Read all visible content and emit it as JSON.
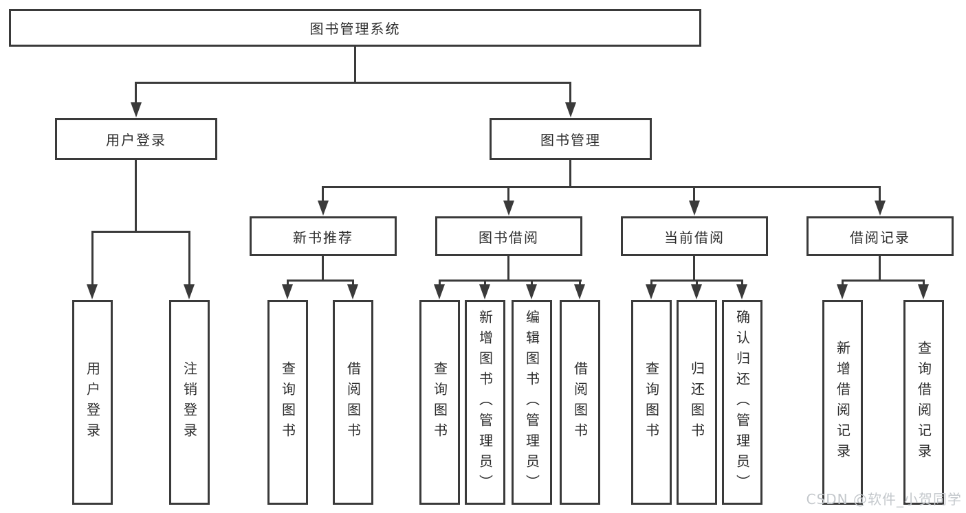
{
  "tree": {
    "label": "图书管理系统",
    "children": [
      {
        "label": "用户登录",
        "children": [
          {
            "label": "用户登录"
          },
          {
            "label": "注销登录"
          }
        ]
      },
      {
        "label": "图书管理",
        "children": [
          {
            "label": "新书推荐",
            "children": [
              {
                "label": "查询图书"
              },
              {
                "label": "借阅图书"
              }
            ]
          },
          {
            "label": "图书借阅",
            "children": [
              {
                "label": "查询图书"
              },
              {
                "label": "新增图书（管理员）"
              },
              {
                "label": "编辑图书（管理员）"
              },
              {
                "label": "借阅图书"
              }
            ]
          },
          {
            "label": "当前借阅",
            "children": [
              {
                "label": "查询图书"
              },
              {
                "label": "归还图书"
              },
              {
                "label": "确认归还（管理员）"
              }
            ]
          },
          {
            "label": "借阅记录",
            "children": [
              {
                "label": "新增借阅记录"
              },
              {
                "label": "查询借阅记录"
              }
            ]
          }
        ]
      }
    ]
  },
  "watermark": {
    "text": "CSDN @软件_小贺同学"
  },
  "colors": {
    "line": "#3a3a3a",
    "text": "#2c2c2c",
    "background": "#ffffff",
    "watermark": "#c4c8cc"
  }
}
